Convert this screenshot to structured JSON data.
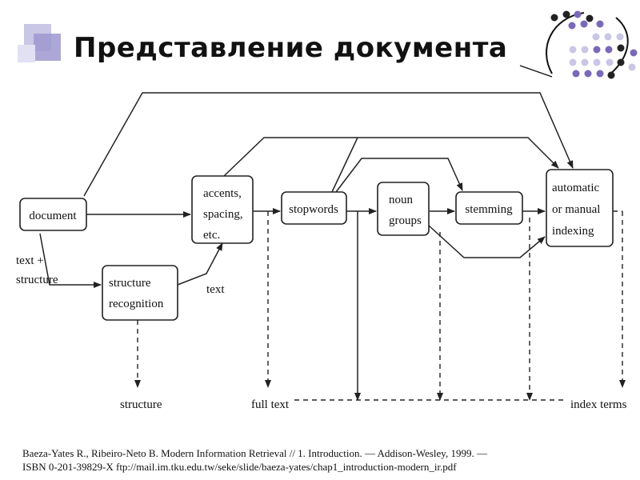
{
  "slide": {
    "title": "Представление документа"
  },
  "diagram": {
    "nodes": {
      "document": [
        "document"
      ],
      "accents": [
        "accents,",
        "spacing,",
        "etc."
      ],
      "stopwords": [
        "stopwords"
      ],
      "noun_groups": [
        "noun",
        "groups"
      ],
      "stemming": [
        "stemming"
      ],
      "indexing": [
        "automatic",
        "or manual",
        "indexing"
      ],
      "structure_recognition": [
        "structure",
        "recognition"
      ]
    },
    "edge_labels": {
      "text_structure": [
        "text +",
        "structure"
      ],
      "text": "text"
    },
    "outputs": {
      "structure": "structure",
      "full_text": "full text",
      "index_terms": "index terms"
    }
  },
  "citation": {
    "line1": "Baeza-Yates R., Ribeiro-Neto B. Modern Information Retrieval  // 1. Introduction. — Addison-Wesley, 1999. —",
    "line2": "ISBN 0-201-39829-X  ftp://mail.im.tku.edu.tw/seke/slide/baeza-yates/chap1_introduction-modern_ir.pdf"
  }
}
